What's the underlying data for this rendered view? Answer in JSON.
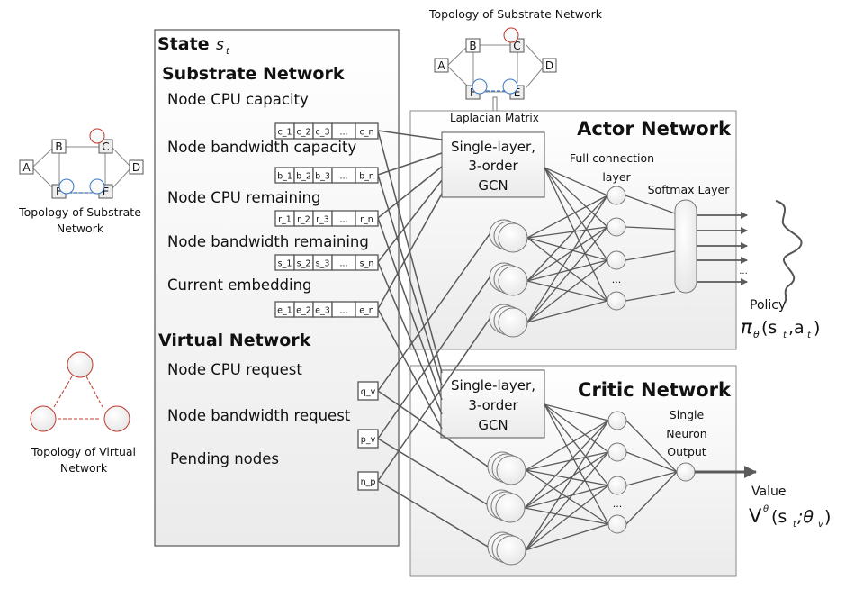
{
  "left": {
    "substrate_caption_line1": "Topology of Substrate",
    "substrate_caption_line2": "Network",
    "virtual_caption_line1": "Topology of Virtual",
    "virtual_caption_line2": "Network",
    "substrate_nodes": [
      "A",
      "B",
      "C",
      "D",
      "E",
      "F"
    ]
  },
  "top": {
    "caption": "Topology of Substrate Network",
    "laplacian_label": "Laplacian Matrix"
  },
  "state": {
    "title": "State",
    "title_symbol": "s",
    "title_subscript": "t",
    "substrate_heading": "Substrate Network",
    "substrate_features": [
      {
        "label": "Node CPU capacity",
        "cells": [
          "c_1",
          "c_2",
          "c_3",
          "...",
          "c_n"
        ]
      },
      {
        "label": "Node bandwidth capacity",
        "cells": [
          "b_1",
          "b_2",
          "b_3",
          "...",
          "b_n"
        ]
      },
      {
        "label": "Node CPU remaining",
        "cells": [
          "r_1",
          "r_2",
          "r_3",
          "...",
          "r_n"
        ]
      },
      {
        "label": "Node bandwidth remaining",
        "cells": [
          "s_1",
          "s_2",
          "s_3",
          "...",
          "s_n"
        ]
      },
      {
        "label": "Current embedding",
        "cells": [
          "e_1",
          "e_2",
          "e_3",
          "...",
          "e_n"
        ]
      }
    ],
    "virtual_heading": "Virtual Network",
    "virtual_features": [
      {
        "label": "Node CPU request",
        "cell": "q_v"
      },
      {
        "label": "Node bandwidth request",
        "cell": "p_v"
      },
      {
        "label": "Pending nodes",
        "cell": "n_p"
      }
    ]
  },
  "actor": {
    "title": "Actor Network",
    "gcn_line1": "Single-layer,",
    "gcn_line2": "3-order",
    "gcn_line3": "GCN",
    "fc_label_line1": "Full connection",
    "fc_label_line2": "layer",
    "softmax_label": "Softmax Layer",
    "ellipsis": "...",
    "output_label": "Policy",
    "output_formula": "π",
    "output_formula_sub": "θ",
    "output_formula_args": "(s",
    "output_formula_args_sub": "t",
    "output_formula_args2": ",a",
    "output_formula_args2_sub": "t",
    "output_formula_close": ")"
  },
  "critic": {
    "title": "Critic Network",
    "gcn_line1": "Single-layer,",
    "gcn_line2": "3-order",
    "gcn_line3": "GCN",
    "neuron_label_line1": "Single",
    "neuron_label_line2": "Neuron",
    "neuron_label_line3": "Output",
    "ellipsis": "...",
    "output_label": "Value",
    "output_formula": "V",
    "output_formula_sup": "θ",
    "output_formula_args": "(s",
    "output_formula_args_sub": "t",
    "output_formula_args2": ";θ",
    "output_formula_args2_sub": "v",
    "output_formula_close": ")"
  },
  "colors": {
    "line": "#5a5a5a",
    "box_fill": "#f2f2f2",
    "virtual_red": "#c0392b",
    "highlight_blue": "#3a78c2"
  }
}
